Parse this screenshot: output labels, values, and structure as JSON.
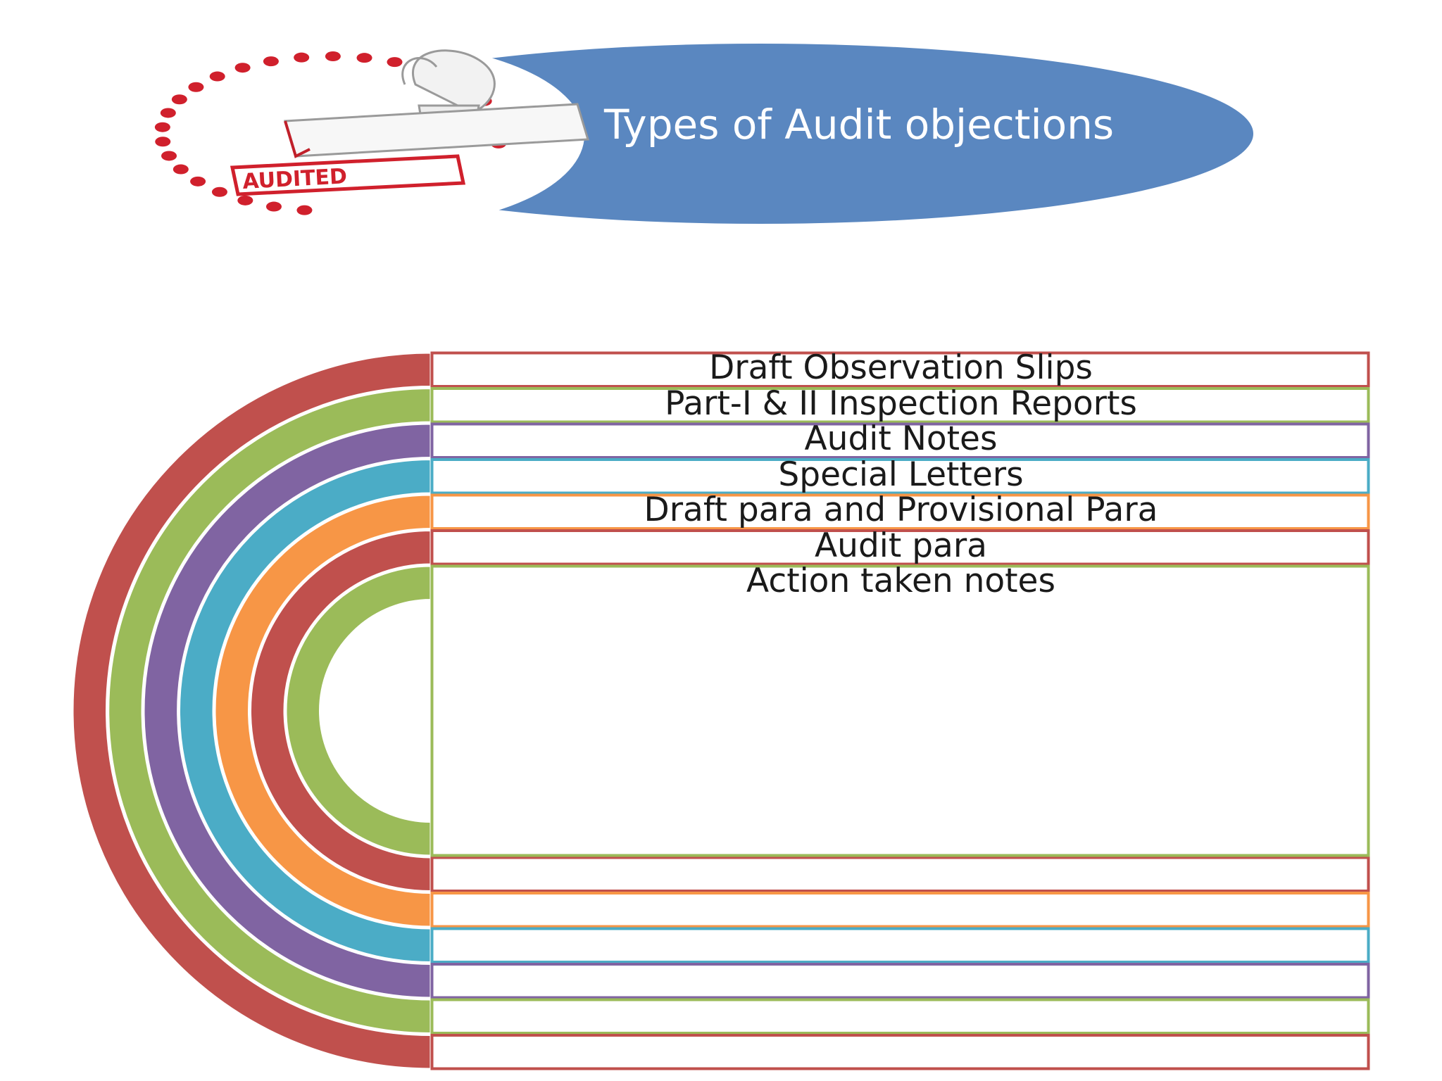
{
  "title": "Types of Audit objections",
  "stamp": {
    "text": "AUDITED",
    "color": "#d0202c"
  },
  "header_color": "#5a87c0",
  "items": [
    {
      "label": "Draft Observation Slips",
      "color": "#c0504d"
    },
    {
      "label": "Part-I & II Inspection Reports",
      "color": "#9bbb59"
    },
    {
      "label": "Audit Notes",
      "color": "#8064a2"
    },
    {
      "label": "Special Letters",
      "color": "#4bacc6"
    },
    {
      "label": "Draft  para and Provisional Para",
      "color": "#f79646"
    },
    {
      "label": "Audit para",
      "color": "#c0504d"
    },
    {
      "label": "Action taken notes",
      "color": "#9bbb59"
    }
  ]
}
